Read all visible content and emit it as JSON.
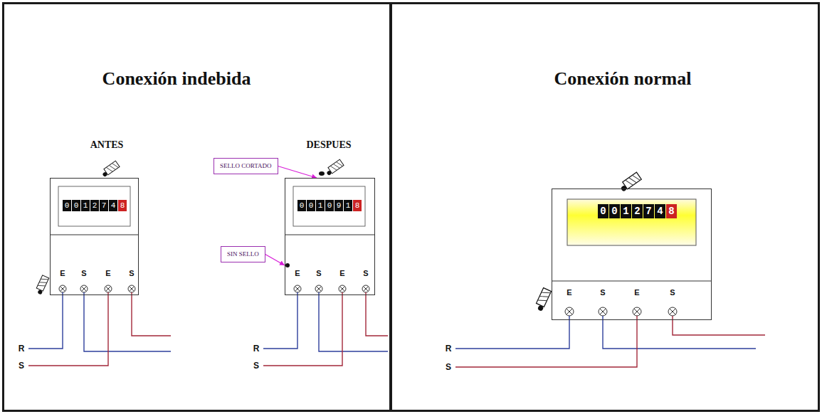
{
  "diagram": {
    "nodes": [
      {
        "text": [
          "Conexión indebida"
        ]
      },
      {
        "text": [
          "ANTES",
          "0012748",
          "E",
          "S",
          "E",
          "S"
        ],
        "in": 0
      },
      {
        "text": [
          "SELLO CORTADO"
        ],
        "in": 0
      },
      {
        "text": [
          "DESPUES",
          "0010918",
          "E",
          "S",
          "E",
          "S"
        ],
        "in": 0
      },
      {
        "text": [
          "SIN SELLO"
        ],
        "in": 0
      },
      {
        "text": [
          "Conexión normal"
        ]
      },
      {
        "text": [
          "0012748",
          "E",
          "S",
          "E",
          "S"
        ],
        "in": 5
      }
    ],
    "edges": [
      {
        "from": 2,
        "to": 3,
        "arrow": "to"
      },
      {
        "from": 4,
        "to": 3,
        "arrow": "to"
      }
    ],
    "labels": [
      "R",
      "S",
      "R",
      "S",
      "R",
      "S"
    ]
  }
}
